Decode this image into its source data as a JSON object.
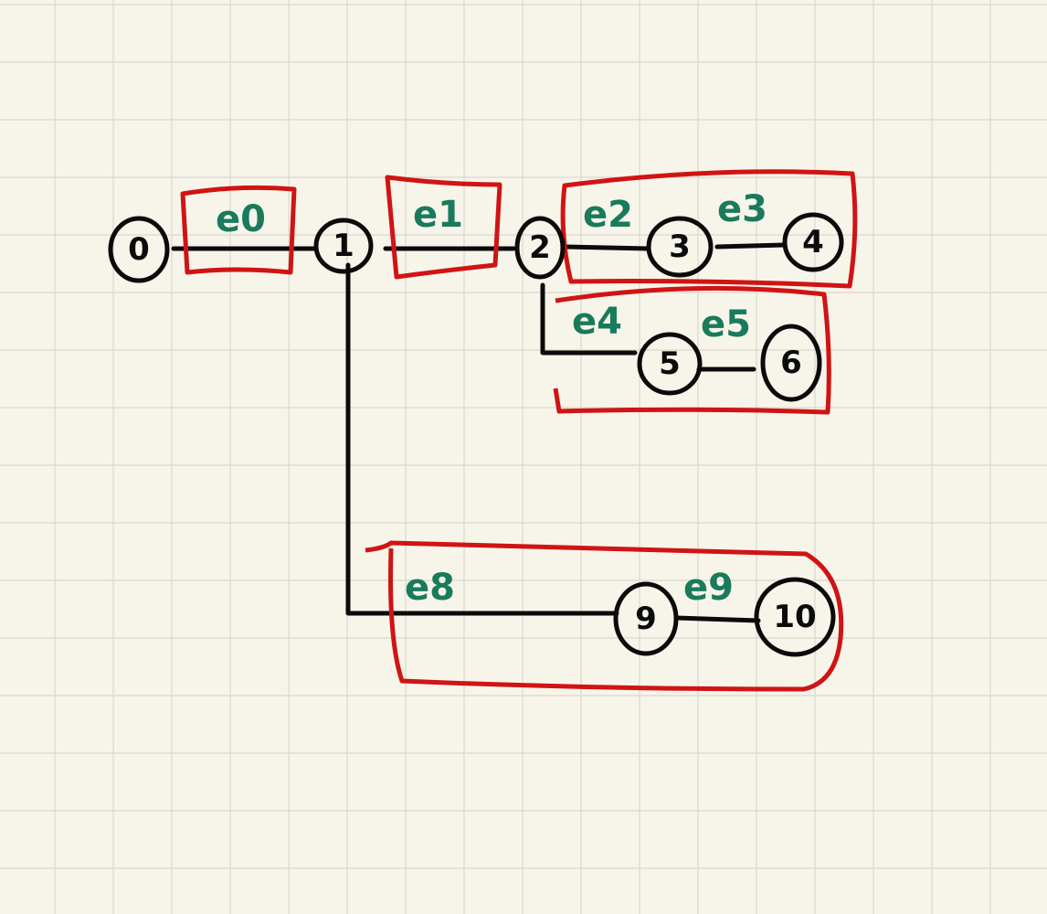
{
  "colors": {
    "paper": "#f7f5ea",
    "grid": "#d9d8cf",
    "ink": "#0b0b0b",
    "edge_label": "#1a7a5c",
    "group_box": "#d01414"
  },
  "nodes": {
    "n0": "0",
    "n1": "1",
    "n2": "2",
    "n3": "3",
    "n4": "4",
    "n5": "5",
    "n6": "6",
    "n9": "9",
    "n10": "10"
  },
  "edge_labels": {
    "e0": "e0",
    "e1": "e1",
    "e2": "e2",
    "e3": "e3",
    "e4": "e4",
    "e5": "e5",
    "e8": "e8",
    "e9": "e9"
  }
}
